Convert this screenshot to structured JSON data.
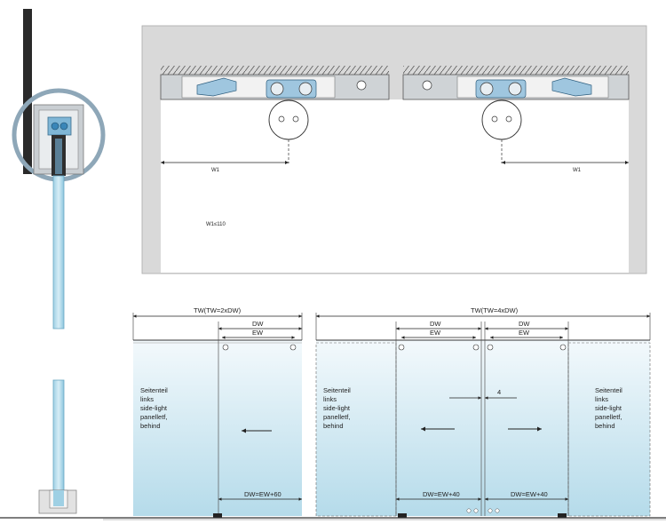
{
  "top_detail": {
    "dim_left": "W1",
    "dim_right": "W1",
    "note": "W1≤110"
  },
  "bottom_left": {
    "tw": "TW(TW=2xDW)",
    "dw": "DW",
    "ew": "EW",
    "sidelight_lines": [
      "Seitenteil",
      "links",
      "side-light",
      "panelletf,",
      "behind"
    ],
    "dw_eq": "DW=EW+60"
  },
  "bottom_right": {
    "tw": "TW(TW=4xDW)",
    "dw_left": "DW",
    "ew_left": "EW",
    "dw_right": "DW",
    "ew_right": "EW",
    "gap": "4",
    "sidelight_left_lines": [
      "Seitenteil",
      "links",
      "side-light",
      "panelletf,",
      "behind"
    ],
    "sidelight_right_lines": [
      "Seitenteil",
      "links",
      "side-light",
      "panelletf,",
      "behind"
    ],
    "dw_eq_left": "DW=EW+40",
    "dw_eq_right": "DW=EW+40"
  },
  "colors": {
    "glass_top": "#e6f3f8",
    "glass_bottom": "#b9dceb",
    "frame_grey": "#d8d8d8",
    "rail_grey": "#cfd3d6",
    "accent_blue": "#5fb2d9",
    "dark": "#2a2a2a"
  }
}
